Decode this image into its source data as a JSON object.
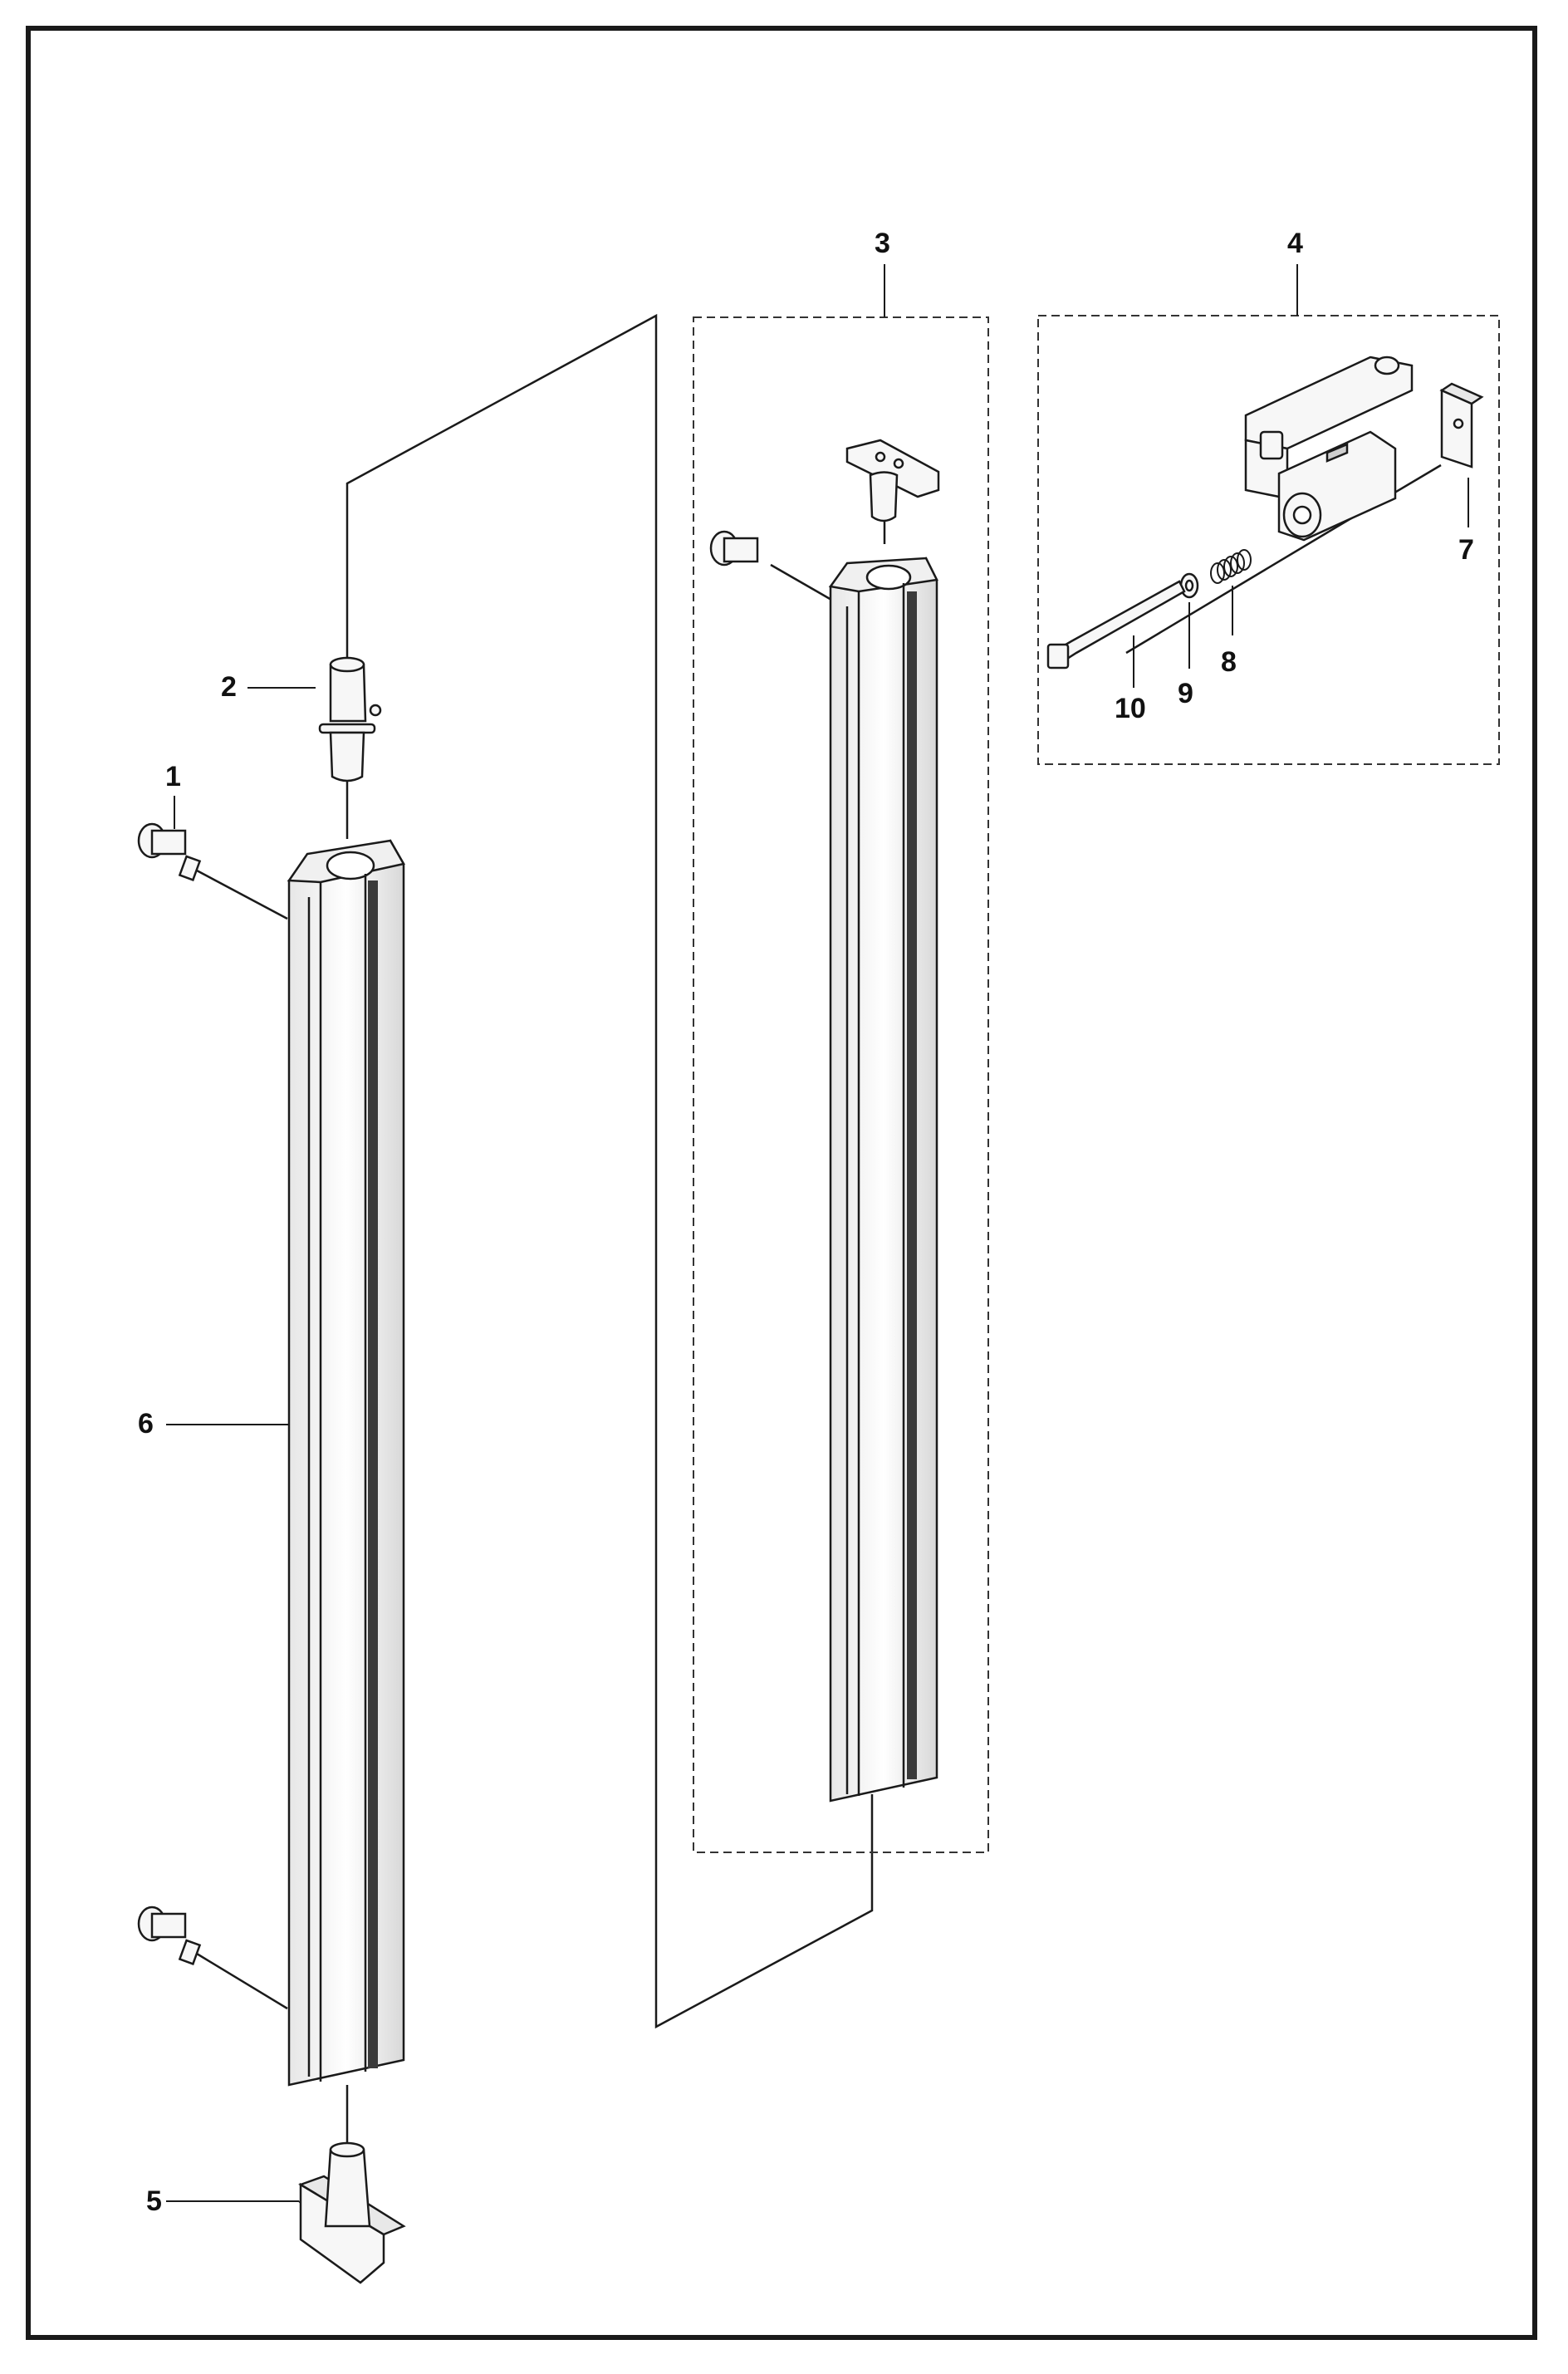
{
  "callouts": {
    "c1": "1",
    "c2": "2",
    "c3": "3",
    "c4": "4",
    "c5": "5",
    "c6": "6",
    "c7": "7",
    "c8": "8",
    "c9": "9",
    "c10": "10"
  },
  "colors": {
    "line": "#1a1a1a",
    "part_fill": "#f7f7f7",
    "part_shade": "#cfcfcf",
    "rack": "#3a3a3a"
  }
}
